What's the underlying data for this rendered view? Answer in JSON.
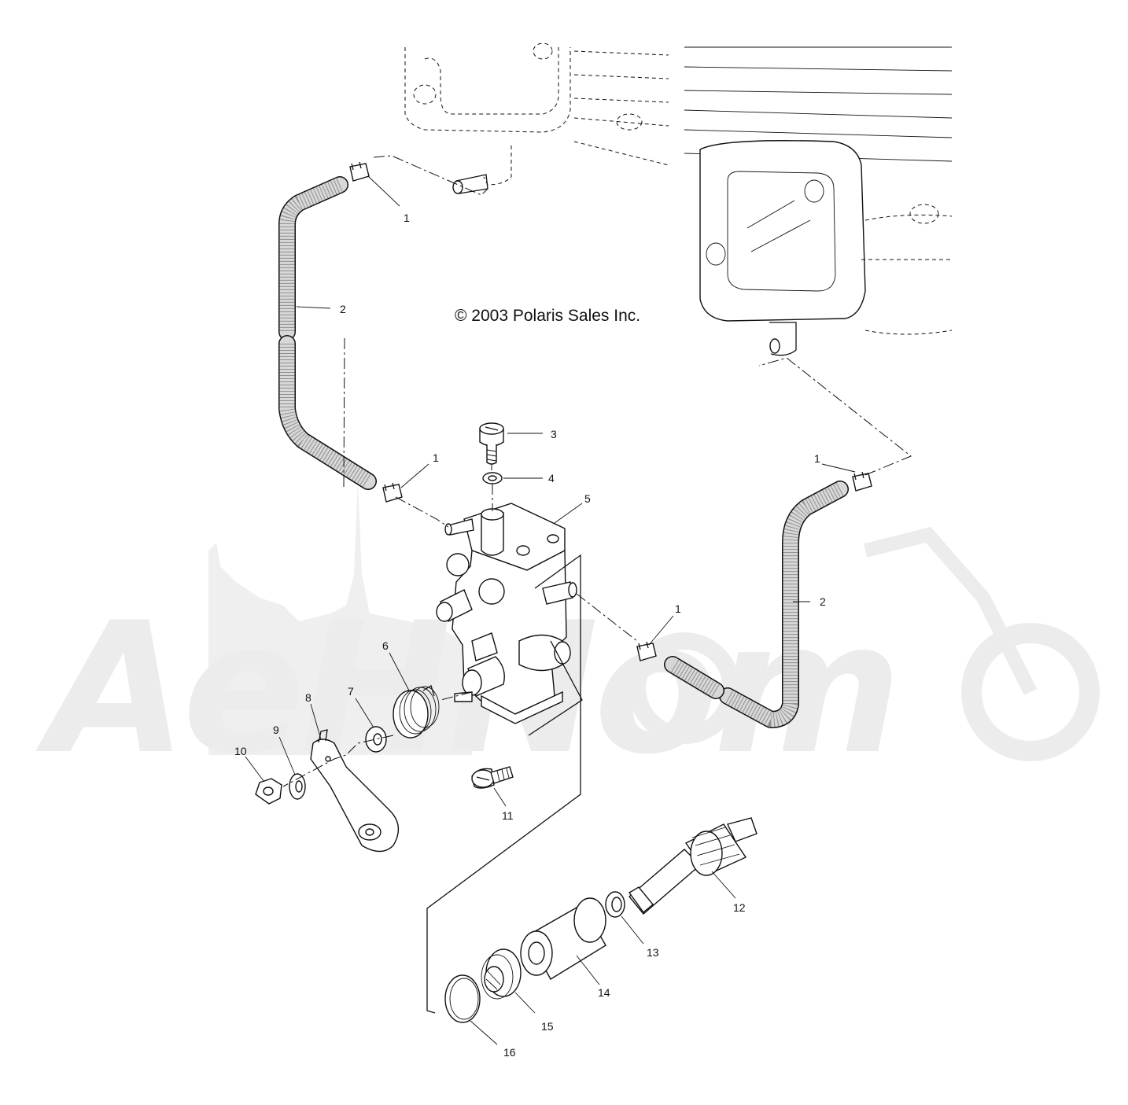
{
  "copyright": "© 2003 Polaris Sales Inc.",
  "watermark": "AeHNom",
  "callouts": [
    {
      "id": "c1a",
      "text": "1"
    },
    {
      "id": "c2a",
      "text": "2"
    },
    {
      "id": "c1b",
      "text": "1"
    },
    {
      "id": "c3",
      "text": "3"
    },
    {
      "id": "c4",
      "text": "4"
    },
    {
      "id": "c5",
      "text": "5"
    },
    {
      "id": "c1c",
      "text": "1"
    },
    {
      "id": "c1d",
      "text": "1"
    },
    {
      "id": "c2b",
      "text": "2"
    },
    {
      "id": "c6",
      "text": "6"
    },
    {
      "id": "c7",
      "text": "7"
    },
    {
      "id": "c8",
      "text": "8"
    },
    {
      "id": "c9",
      "text": "9"
    },
    {
      "id": "c10",
      "text": "10"
    },
    {
      "id": "c11",
      "text": "11"
    },
    {
      "id": "c12",
      "text": "12"
    },
    {
      "id": "c13",
      "text": "13"
    },
    {
      "id": "c14",
      "text": "14"
    },
    {
      "id": "c15",
      "text": "15"
    },
    {
      "id": "c16",
      "text": "16"
    }
  ]
}
